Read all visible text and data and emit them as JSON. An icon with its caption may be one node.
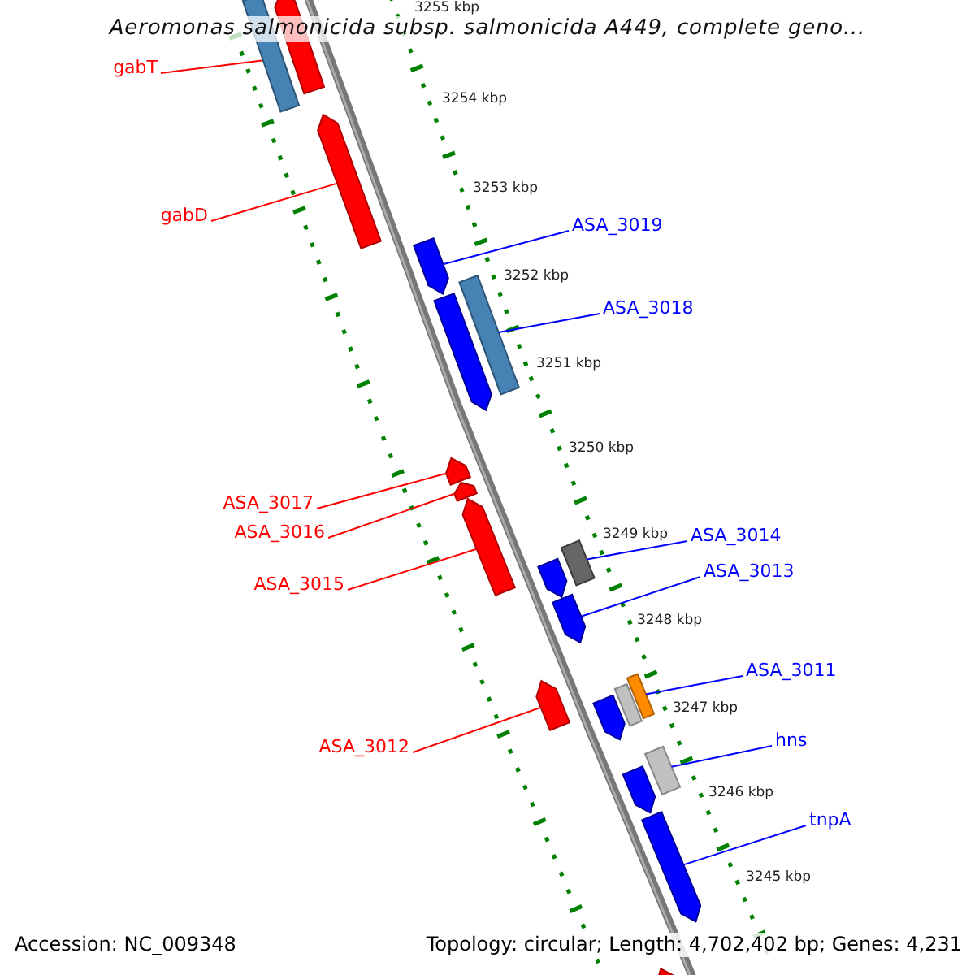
{
  "diagram": {
    "title": "Aeromonas salmonicida subsp. salmonicida A449, complete geno...",
    "nodes": [
      {
        "text": [
          "gabT"
        ]
      },
      {
        "text": [
          "gabD"
        ]
      },
      {
        "text": [
          "ASA_3019"
        ]
      },
      {
        "text": [
          "ASA_3018"
        ]
      },
      {
        "text": [
          "ASA_3017"
        ]
      },
      {
        "text": [
          "ASA_3016"
        ]
      },
      {
        "text": [
          "ASA_3015"
        ]
      },
      {
        "text": [
          "ASA_3014"
        ]
      },
      {
        "text": [
          "ASA_3013"
        ]
      },
      {
        "text": [
          "ASA_3011"
        ]
      },
      {
        "text": [
          "hns"
        ]
      },
      {
        "text": [
          "ASA_3012"
        ]
      },
      {
        "text": [
          "tnpA"
        ]
      },
      {
        "text": [],
        "shape": "bar"
      },
      {
        "text": [],
        "shape": "bar"
      },
      {
        "text": [],
        "shape": "bar"
      },
      {
        "text": [],
        "shape": "bar"
      },
      {
        "text": [],
        "shape": "bar"
      },
      {
        "text": [],
        "shape": "bar"
      },
      {
        "text": [],
        "shape": "bar"
      },
      {
        "text": [],
        "shape": "bar"
      },
      {
        "text": [],
        "shape": "bar"
      },
      {
        "text": [],
        "shape": "bar"
      },
      {
        "text": [],
        "shape": "bar"
      },
      {
        "text": [],
        "shape": "bar"
      },
      {
        "text": [],
        "shape": "bar"
      },
      {
        "text": [],
        "shape": "bar"
      },
      {
        "text": [],
        "shape": "bar"
      },
      {
        "text": [],
        "shape": "bar"
      },
      {
        "text": [],
        "shape": "bar"
      },
      {
        "text": [],
        "shape": "bar"
      },
      {
        "text": [],
        "shape": "bar"
      },
      {
        "text": [],
        "shape": "bar"
      }
    ],
    "edges": [
      {
        "from": 0,
        "to": 13,
        "arrow": "none",
        "color": "#ff0000"
      },
      {
        "from": 1,
        "to": 15,
        "arrow": "none",
        "color": "#ff0000"
      },
      {
        "from": 2,
        "to": 16,
        "arrow": "none",
        "color": "#0000ff"
      },
      {
        "from": 3,
        "to": 17,
        "arrow": "none",
        "color": "#0000ff"
      },
      {
        "from": 4,
        "to": 19,
        "arrow": "none",
        "color": "#ff0000"
      },
      {
        "from": 5,
        "to": 20,
        "arrow": "none",
        "color": "#ff0000"
      },
      {
        "from": 6,
        "to": 21,
        "arrow": "none",
        "color": "#ff0000"
      },
      {
        "from": 7,
        "to": 22,
        "arrow": "none",
        "color": "#0000ff"
      },
      {
        "from": 8,
        "to": 24,
        "arrow": "none",
        "color": "#0000ff"
      },
      {
        "from": 9,
        "to": 26,
        "arrow": "none",
        "color": "#0000ff"
      },
      {
        "from": 10,
        "to": 29,
        "arrow": "none",
        "color": "#0000ff"
      },
      {
        "from": 11,
        "to": 25,
        "arrow": "none",
        "color": "#ff0000"
      },
      {
        "from": 12,
        "to": 31,
        "arrow": "none",
        "color": "#0000ff"
      }
    ],
    "labels": [
      "3255 kbp",
      "3254 kbp",
      "3253 kbp",
      "3252 kbp",
      "3251 kbp",
      "3250 kbp",
      "3249 kbp",
      "3248 kbp",
      "3247 kbp",
      "3246 kbp",
      "3245 kbp",
      "Accession: NC_009348",
      "Topology: circular; Length: 4,702,402 bp; Genes: 4,231"
    ]
  }
}
